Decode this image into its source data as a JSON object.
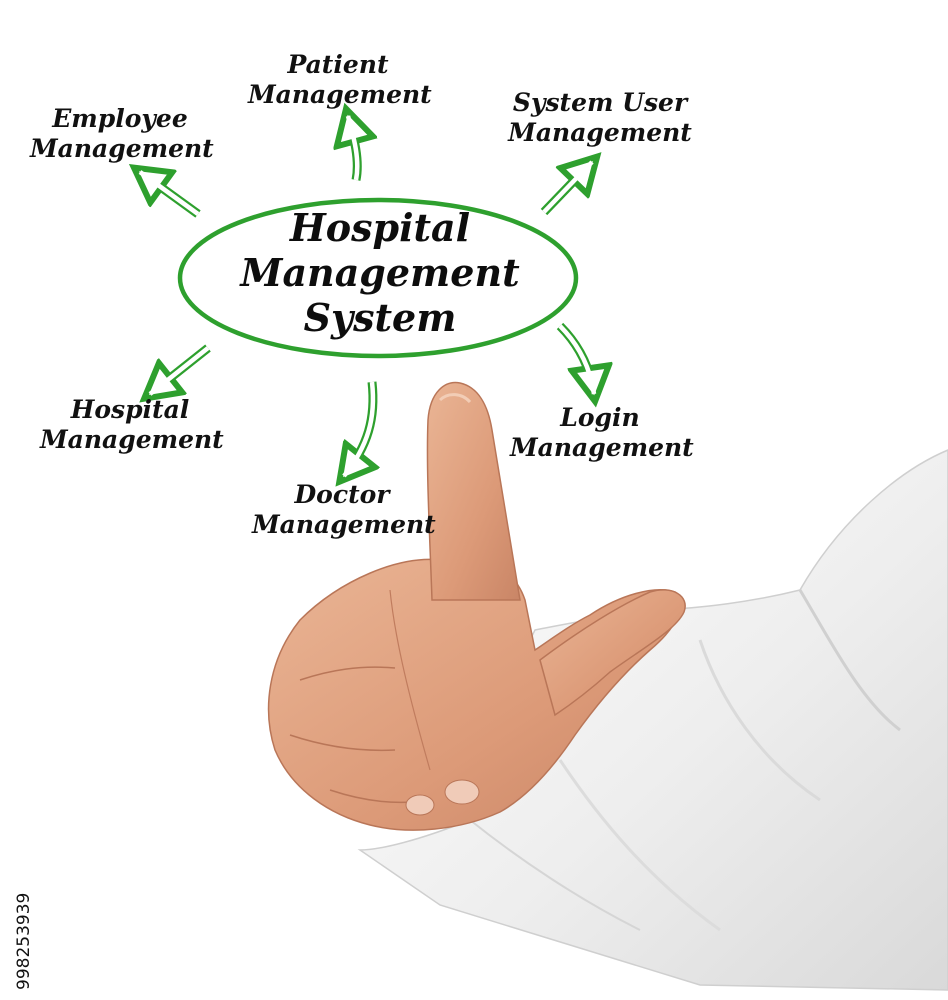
{
  "diagram": {
    "center": {
      "lines": [
        "Hospital",
        "Management",
        "System"
      ]
    },
    "nodes": [
      {
        "id": "employee",
        "lines": [
          "Employee",
          "Management"
        ]
      },
      {
        "id": "patient",
        "lines": [
          "Patient",
          "Management"
        ]
      },
      {
        "id": "system-user",
        "lines": [
          "System User",
          "Management"
        ]
      },
      {
        "id": "hospital",
        "lines": [
          "Hospital",
          "Management"
        ]
      },
      {
        "id": "doctor",
        "lines": [
          "Doctor",
          "Management"
        ]
      },
      {
        "id": "login",
        "lines": [
          "Login",
          "Management"
        ]
      }
    ],
    "colors": {
      "ellipse": "#2ea02e",
      "arrows": "#2ea02e",
      "text": "#111111"
    }
  },
  "photo": {
    "subject": "hand-pointing-up-with-index-finger",
    "sleeve_color": "#f2f2f2",
    "skin_color": "#e2a283"
  },
  "stock_id": "998253939"
}
